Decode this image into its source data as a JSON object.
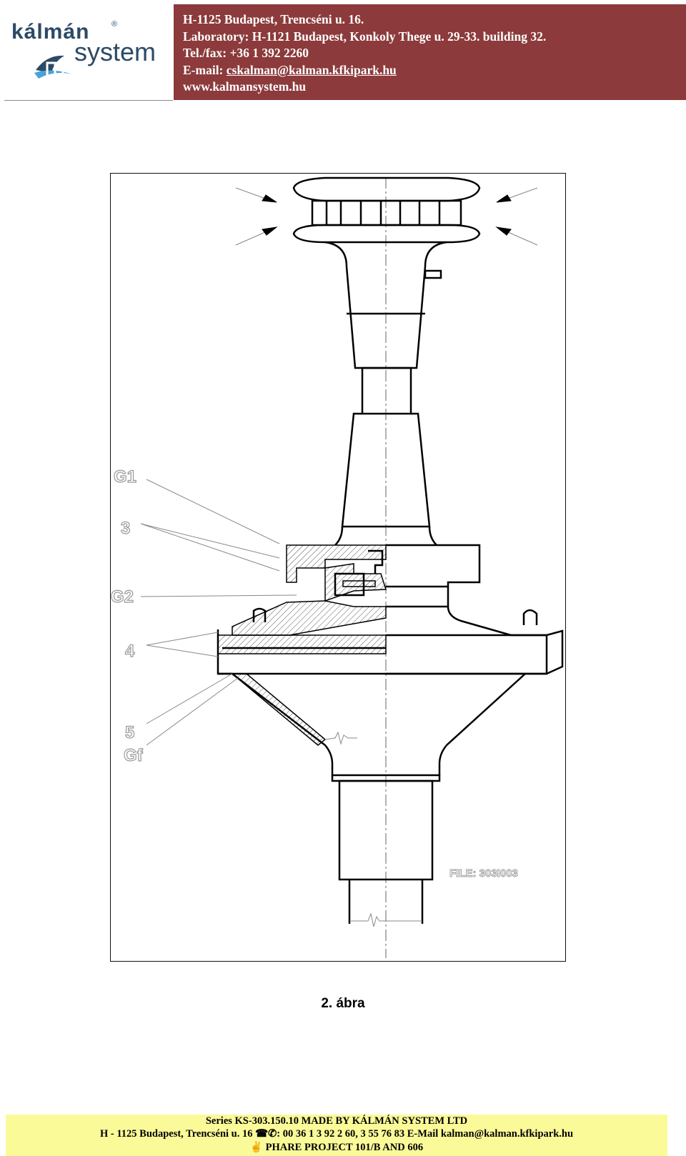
{
  "header": {
    "logo_word_top": "kálmán",
    "logo_registered": "®",
    "logo_word_bottom": "system",
    "address": "H-1125 Budapest, Trencséni u. 16.",
    "laboratory": "Laboratory: H-1121 Budapest, Konkoly Thege u. 29-33. building 32.",
    "telfax": "Tel./fax: +36 1 392 2260",
    "email_prefix": "E-mail: ",
    "email": "cskalman@kalman.kfkipark.hu",
    "web": "www.kalmansystem.hu",
    "band_color": "#8c3a3b",
    "logo_color": "#2c4a66"
  },
  "figure": {
    "labels": {
      "g1": "G1",
      "three": "3",
      "g2": "G2",
      "four": "4",
      "five": "5",
      "gf": "Gf"
    },
    "file_label": "FILE: 303I003",
    "caption": "2. ábra"
  },
  "footer": {
    "line1": "Series KS-303.150.10     MADE BY KÁLMÁN  SYSTEM LTD",
    "line2": "H - 1125 Budapest, Trencséni u. 16  ☎✆: 00 36 1 3 92 2 60,   3 55 76 83  E-Mail  kalman@kalman.kfkipark.hu",
    "line3": "✌ PHARE PROJECT 101/B AND 606",
    "background": "#fafa99"
  }
}
